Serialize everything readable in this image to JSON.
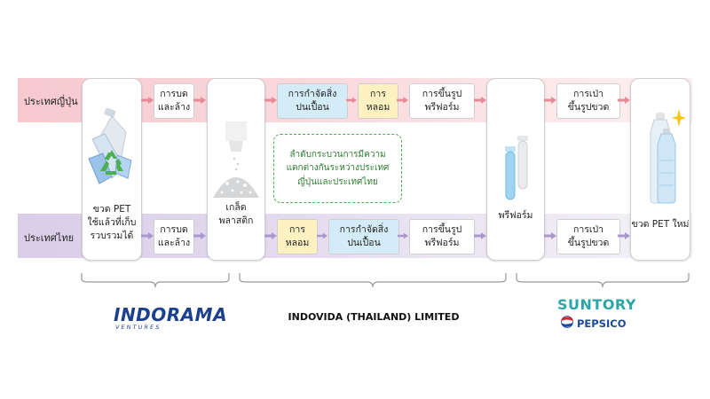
{
  "rows": {
    "top_label": "ประเทศญี่ปุ่น",
    "bottom_label": "ประเทศไทย"
  },
  "cards": {
    "pet_bottle": "ขวด PET\nใช้แล้วที่เก็บ\nรวบรวมได้",
    "plastic_flake": "เกล็ด\nพลาสติก",
    "preform": "พรีฟอร์ม",
    "new_pet_bottle": "ขวด PET ใหม่"
  },
  "top_steps": {
    "crush_wash": "การบด\nและล้าง",
    "decontamination": "การกำจัดสิ่ง\nปนเปื้อน",
    "melt": "การ\nหลอม",
    "preform_molding": "การขึ้นรูป\nพรีฟอร์ม",
    "blow_molding": "การเป่า\nขึ้นรูปขวด"
  },
  "bottom_steps": {
    "crush_wash": "การบด\nและล้าง",
    "melt": "การ\nหลอม",
    "decontamination": "การกำจัดสิ่ง\nปนเปื้อน",
    "preform_molding": "การขึ้นรูป\nพรีฟอร์ม",
    "blow_molding": "การเป่า\nขึ้นรูปขวด"
  },
  "note": "ลำดับกระบวนการมีความ\nแตกต่างกันระหว่างประเทศ\nญี่ปุ่นและประเทศไทย",
  "companies": {
    "indorama_main": "INDORAMA",
    "indorama_sub": "V E N T U R E S",
    "indovida": "INDOVIDA (THAILAND) LIMITED",
    "suntory": "SUNTORY",
    "pepsico": "PEPSICO"
  },
  "colors": {
    "japan_band": "#f6c9cf",
    "thailand_band": "#d9cde8",
    "top_arrow": "#e68a98",
    "bottom_arrow": "#a998cc",
    "decontamination_box": "#d4ecf7",
    "melt_box": "#fdf1c2",
    "note_border": "#4cae4c",
    "indorama_blue": "#1c3f8f",
    "suntory_teal": "#2aa6a6"
  },
  "icons": [
    "recycle-icon",
    "bottle-icon",
    "flake-pile-icon",
    "preform-icon",
    "new-bottle-icon",
    "sparkle-icon",
    "pepsi-globe-icon"
  ]
}
